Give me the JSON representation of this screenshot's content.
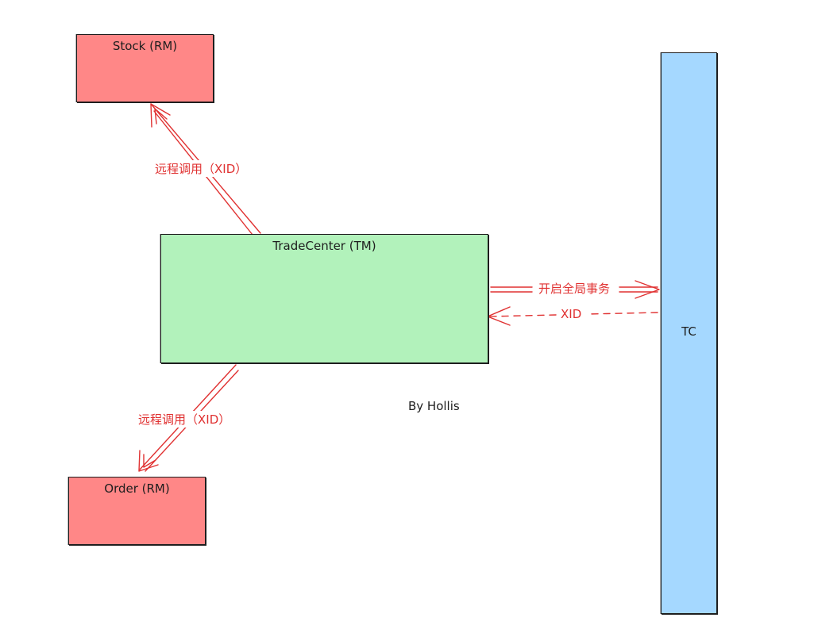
{
  "nodes": {
    "stock": {
      "label": "Stock (RM)",
      "fill": "#ff8787"
    },
    "order": {
      "label": "Order (RM)",
      "fill": "#ff8787"
    },
    "trade_center": {
      "label": "TradeCenter (TM)",
      "fill": "#b2f2bb"
    },
    "tc": {
      "label": "TC",
      "fill": "#a5d8ff"
    }
  },
  "edges": {
    "to_stock": {
      "label": "远程调用（XID）"
    },
    "to_order": {
      "label": "远程调用（XID）"
    },
    "begin_global": {
      "label": "开启全局事务"
    },
    "return_xid": {
      "label": "XID"
    }
  },
  "credit": "By Hollis",
  "colors": {
    "stroke": "#1e1e1e",
    "edge": "#e03131"
  },
  "icons": {
    "arrowhead": "chevron-arrow-icon"
  }
}
